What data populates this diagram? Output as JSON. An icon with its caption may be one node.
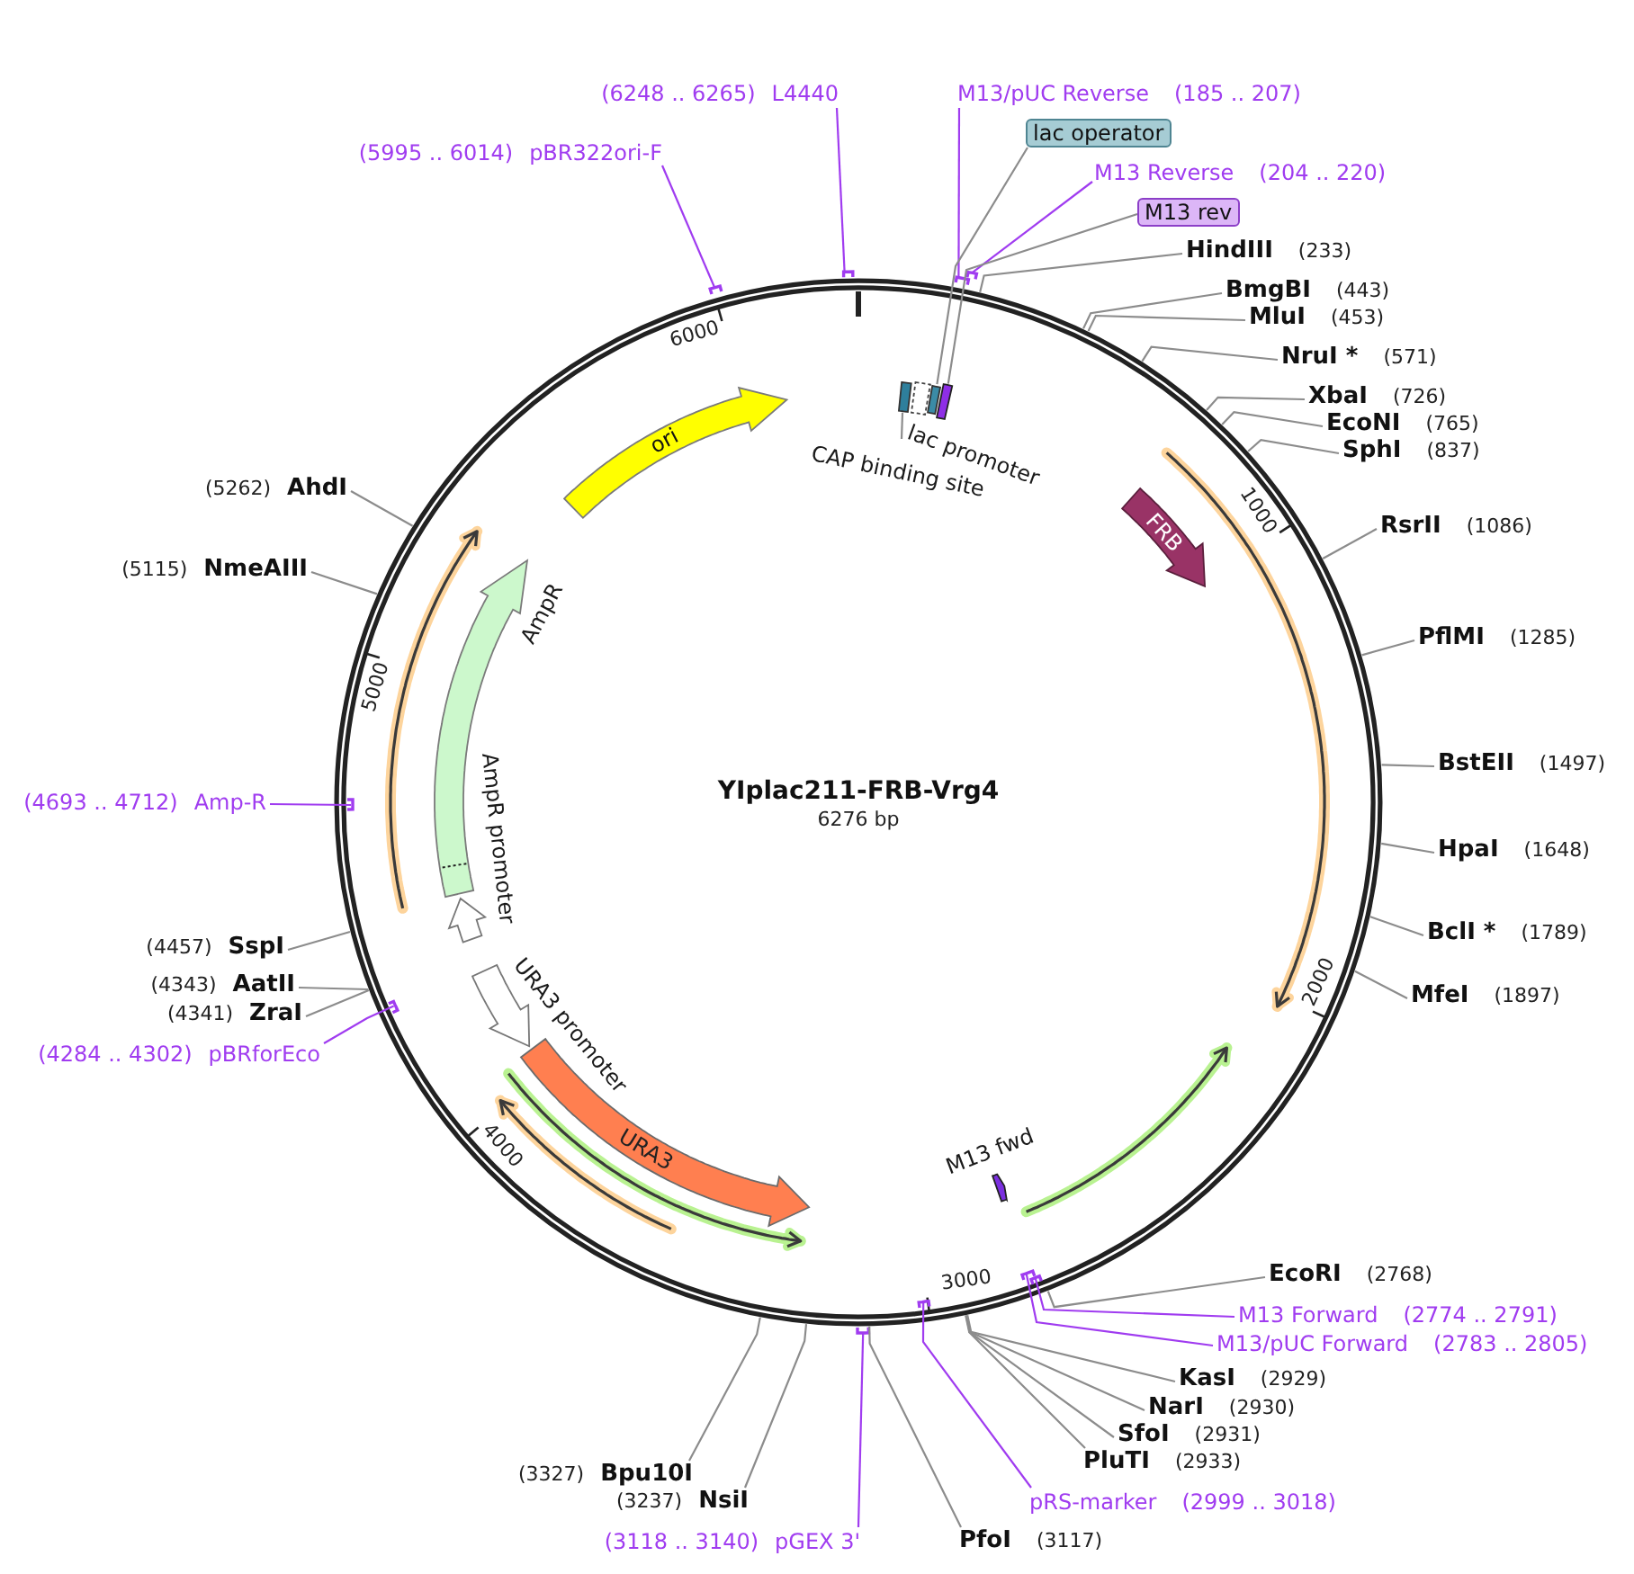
{
  "diagram": {
    "title": "YIplac211-FRB-Vrg4",
    "nodes": [
      {
        "text": [
          "(6248 .. 6265)",
          "L4440"
        ]
      },
      {
        "text": [
          "M13/pUC Reverse",
          "(185 .. 207)"
        ]
      },
      {
        "text": [
          "(5995 .. 6014)",
          "pBR322ori-F"
        ]
      },
      {
        "text": [
          "lac operator"
        ]
      },
      {
        "text": [
          "M13 Reverse",
          "(204 .. 220)"
        ]
      },
      {
        "text": [
          "M13 rev"
        ]
      },
      {
        "text": [
          "HindIII",
          "(233)"
        ]
      },
      {
        "text": [
          "BmgBI",
          "(443)"
        ]
      },
      {
        "text": [
          "MluI",
          "(453)"
        ]
      },
      {
        "text": [
          "NruI *",
          "(571)"
        ]
      },
      {
        "text": [
          "XbaI",
          "(726)"
        ]
      },
      {
        "text": [
          "EcoNI",
          "(765)"
        ]
      },
      {
        "text": [
          "SphI",
          "(837)"
        ]
      },
      {
        "text": [
          "(5262)",
          "AhdI"
        ]
      },
      {
        "text": [
          "RsrII",
          "(1086)"
        ]
      },
      {
        "text": [
          "(5115)",
          "NmeAIII"
        ]
      },
      {
        "text": [
          "PflMI",
          "(1285)"
        ]
      },
      {
        "text": [
          "BstEII",
          "(1497)"
        ]
      },
      {
        "text": [
          "(4693 .. 4712)",
          "Amp-R"
        ]
      },
      {
        "text": [
          "HpaI",
          "(1648)"
        ]
      },
      {
        "text": [
          "BclI *",
          "(1789)"
        ]
      },
      {
        "text": [
          "(4457)",
          "SspI"
        ]
      },
      {
        "text": [
          "(4343)",
          "AatII"
        ]
      },
      {
        "text": [
          "MfeI",
          "(1897)"
        ]
      },
      {
        "text": [
          "(4341)",
          "ZraI"
        ]
      },
      {
        "text": [
          "(4284 .. 4302)",
          "pBRforEco"
        ]
      },
      {
        "text": [
          "EcoRI",
          "(2768)"
        ]
      },
      {
        "text": [
          "M13 Forward",
          "(2774 .. 2791)"
        ]
      },
      {
        "text": [
          "M13/pUC Forward",
          "(2783 .. 2805)"
        ]
      },
      {
        "text": [
          "KasI",
          "(2929)"
        ]
      },
      {
        "text": [
          "NarI",
          "(2930)"
        ]
      },
      {
        "text": [
          "SfoI",
          "(2931)"
        ]
      },
      {
        "text": [
          "PluTI",
          "(2933)"
        ]
      },
      {
        "text": [
          "(3327)",
          "Bpu10I"
        ]
      },
      {
        "text": [
          "(3237)",
          "NsiI"
        ]
      },
      {
        "text": [
          "pRS-marker",
          "(2999 .. 3018)"
        ]
      },
      {
        "text": [
          "(3118 .. 3140)",
          "pGEX 3'"
        ]
      },
      {
        "text": [
          "PfoI",
          "(3117)"
        ]
      },
      {
        "text": [
          "ori"
        ]
      },
      {
        "text": [],
        "shape": "box"
      },
      {
        "text": [],
        "shape": "box",
        "beside": [
          "lac promoter"
        ]
      },
      {
        "text": [],
        "shape": "box"
      },
      {
        "text": [],
        "shape": "box"
      },
      {
        "text": [
          "CAP binding site"
        ]
      },
      {
        "text": [
          "FRB"
        ]
      },
      {
        "text": [],
        "shape": "arrow",
        "beside": [
          "AmpR"
        ]
      },
      {
        "text": [],
        "shape": "arrow",
        "beside": [
          "AmpR promoter"
        ]
      },
      {
        "text": [],
        "shape": "arrow",
        "beside": [
          "URA3 promoter"
        ]
      },
      {
        "text": [
          "URA3"
        ]
      },
      {
        "text": [],
        "shape": "arrow",
        "beside": [
          "M13 fwd"
        ]
      }
    ],
    "edges": [
      {
        "from": 0,
        "to": null,
        "arrow": "none",
        "color": "#a03cf0"
      },
      {
        "from": 1,
        "to": null,
        "arrow": "none",
        "color": "#a03cf0"
      },
      {
        "from": 2,
        "to": null,
        "arrow": "none",
        "color": "#a03cf0"
      },
      {
        "from": 3,
        "to": 41,
        "arrow": "none"
      },
      {
        "from": 4,
        "to": null,
        "arrow": "none",
        "color": "#a03cf0"
      },
      {
        "from": 5,
        "to": 42,
        "arrow": "none"
      },
      {
        "from": 6,
        "to": null,
        "arrow": "none"
      },
      {
        "from": 7,
        "to": null,
        "arrow": "none"
      },
      {
        "from": 8,
        "to": null,
        "arrow": "none"
      },
      {
        "from": 9,
        "to": null,
        "arrow": "none"
      },
      {
        "from": 10,
        "to": null,
        "arrow": "none"
      },
      {
        "from": 11,
        "to": null,
        "arrow": "none"
      },
      {
        "from": 12,
        "to": null,
        "arrow": "none"
      },
      {
        "from": 13,
        "to": null,
        "arrow": "none"
      },
      {
        "from": 14,
        "to": null,
        "arrow": "none"
      },
      {
        "from": 15,
        "to": null,
        "arrow": "none"
      },
      {
        "from": 16,
        "to": null,
        "arrow": "none"
      },
      {
        "from": 17,
        "to": null,
        "arrow": "none"
      },
      {
        "from": 18,
        "to": null,
        "arrow": "none",
        "color": "#a03cf0"
      },
      {
        "from": 19,
        "to": null,
        "arrow": "none"
      },
      {
        "from": 20,
        "to": null,
        "arrow": "none"
      },
      {
        "from": 21,
        "to": null,
        "arrow": "none"
      },
      {
        "from": 22,
        "to": null,
        "arrow": "none"
      },
      {
        "from": 23,
        "to": null,
        "arrow": "none"
      },
      {
        "from": 24,
        "to": null,
        "arrow": "none"
      },
      {
        "from": 25,
        "to": null,
        "arrow": "none",
        "color": "#a03cf0"
      },
      {
        "from": 26,
        "to": null,
        "arrow": "none"
      },
      {
        "from": 27,
        "to": null,
        "arrow": "none",
        "color": "#a03cf0"
      },
      {
        "from": 28,
        "to": null,
        "arrow": "none",
        "color": "#a03cf0"
      },
      {
        "from": 29,
        "to": null,
        "arrow": "none"
      },
      {
        "from": 30,
        "to": null,
        "arrow": "none"
      },
      {
        "from": 31,
        "to": null,
        "arrow": "none"
      },
      {
        "from": 32,
        "to": null,
        "arrow": "none"
      },
      {
        "from": 33,
        "to": null,
        "arrow": "none"
      },
      {
        "from": 34,
        "to": null,
        "arrow": "none"
      },
      {
        "from": 35,
        "to": null,
        "arrow": "none",
        "color": "#a03cf0"
      },
      {
        "from": 36,
        "to": null,
        "arrow": "none",
        "color": "#a03cf0"
      },
      {
        "from": 37,
        "to": null,
        "arrow": "none"
      },
      {
        "from": 43,
        "to": 39,
        "arrow": "none"
      }
    ],
    "labels": [
      "6276 bp",
      "1000",
      "2000",
      "3000",
      "4000",
      "5000",
      "6000"
    ]
  }
}
